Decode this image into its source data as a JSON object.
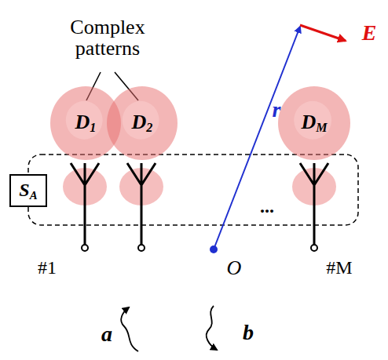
{
  "diagram": {
    "nodes": [
      {
        "text": [
          "SA"
        ]
      },
      {
        "text": [
          "D1"
        ]
      },
      {
        "text": [
          "D2"
        ]
      },
      {
        "text": [
          "DM"
        ]
      }
    ],
    "labels": [
      "Complex patterns",
      "#1",
      "O",
      "#M",
      "r",
      "E",
      "a",
      "b",
      "..."
    ]
  }
}
